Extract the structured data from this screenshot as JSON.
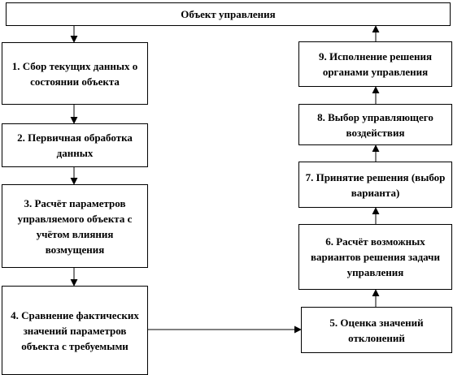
{
  "diagram": {
    "top": {
      "label": "Объект управления"
    },
    "steps": [
      {
        "label": "1. Сбор текущих данных о состоянии объекта"
      },
      {
        "label": "2. Первичная обработка данных"
      },
      {
        "label": "3. Расчёт параметров управляемого объекта с учётом влияния возмущения"
      },
      {
        "label": "4. Сравнение фактических значений параметров объекта с требуемыми"
      },
      {
        "label": "5. Оценка значений отклонений"
      },
      {
        "label": "6. Расчёт возможных вариантов решения задачи управления"
      },
      {
        "label": "7. Принятие решения (выбор варианта)"
      },
      {
        "label": "8. Выбор управляющего воздействия"
      },
      {
        "label": "9. Исполнение решения органами управления"
      }
    ]
  }
}
